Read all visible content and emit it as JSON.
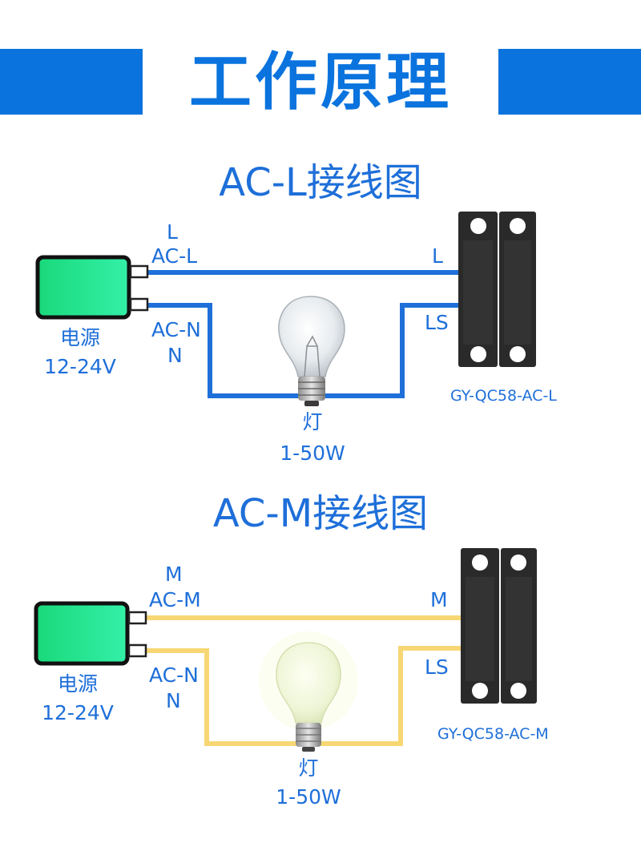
{
  "header": {
    "title": "工作原理"
  },
  "diagrams": [
    {
      "title": "AC-L接线图",
      "wire_color": "#1e6fd9",
      "lamp_state": "off",
      "top_wire_left": [
        "L",
        "AC-L"
      ],
      "top_wire_right": "L",
      "bottom_wire_left": [
        "AC-N",
        "N"
      ],
      "bottom_wire_right": "LS",
      "power_label": [
        "电源",
        "12-24V"
      ],
      "lamp_label": [
        "灯",
        "1-50W"
      ],
      "model": "GY-QC58-AC-L"
    },
    {
      "title": "AC-M接线图",
      "wire_color": "#f7d774",
      "lamp_state": "on",
      "top_wire_left": [
        "M",
        "AC-M"
      ],
      "top_wire_right": "M",
      "bottom_wire_left": [
        "AC-N",
        "N"
      ],
      "bottom_wire_right": "LS",
      "power_label": [
        "电源",
        "12-24V"
      ],
      "lamp_label": [
        "灯",
        "1-50W"
      ],
      "model": "GY-QC58-AC-M"
    }
  ]
}
